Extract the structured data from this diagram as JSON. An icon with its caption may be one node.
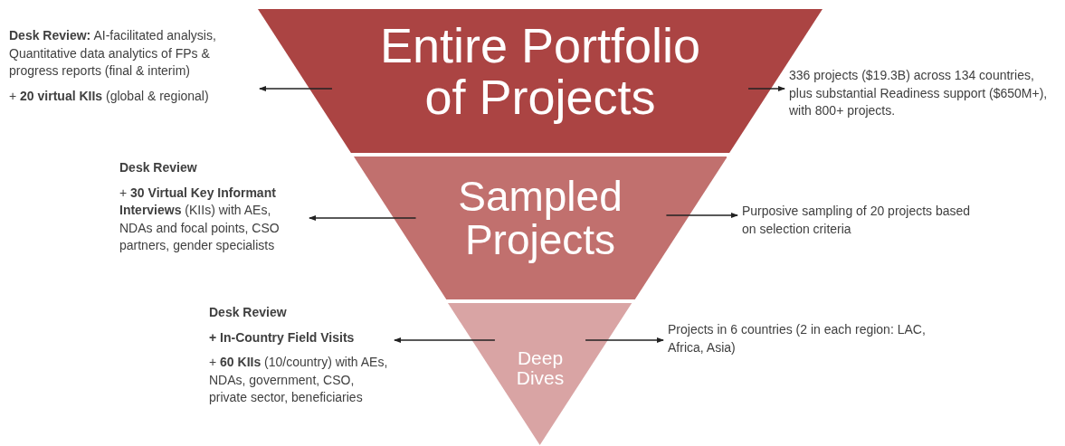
{
  "diagram": {
    "nodes": [
      {
        "text": [
          "Entire Portfolio of Projects"
        ]
      },
      {
        "text": [
          "Sampled Projects"
        ]
      },
      {
        "text": [
          "Deep Dives"
        ]
      },
      {
        "text": [
          "**Desk Review:** AI-facilitated analysis, Quantitative data analytics of FPs & progress reports (final & interim)",
          "+ **20 virtual KIIs** (global & regional)"
        ]
      },
      {
        "text": [
          "336 projects ($19.3B) across 134 countries, plus substantial Readiness support ($650M+), with 800+ projects."
        ]
      },
      {
        "text": [
          "Desk Review",
          "+ **30 Virtual Key Informant Interviews** (KIIs) with AEs, NDAs and focal points, CSO partners, gender specialists"
        ]
      },
      {
        "text": [
          "Purposive sampling of 20 projects based on selection criteria"
        ]
      },
      {
        "text": [
          "Desk Review",
          "+ In-Country Field Visits",
          "+ **60 KIIs** (10/country) with AEs, NDAs, government, CSO, private sector, beneficiaries"
        ]
      },
      {
        "text": [
          "Projects in 6 countries (2 in each region: LAC, Africa, Asia)"
        ]
      }
    ],
    "edges": [
      {
        "from": 0,
        "to": 3,
        "arrow": "to"
      },
      {
        "from": 0,
        "to": 4,
        "arrow": "to"
      },
      {
        "from": 1,
        "to": 5,
        "arrow": "to"
      },
      {
        "from": 1,
        "to": 6,
        "arrow": "to"
      },
      {
        "from": 2,
        "to": 7,
        "arrow": "to"
      },
      {
        "from": 2,
        "to": 8,
        "arrow": "to"
      }
    ]
  }
}
